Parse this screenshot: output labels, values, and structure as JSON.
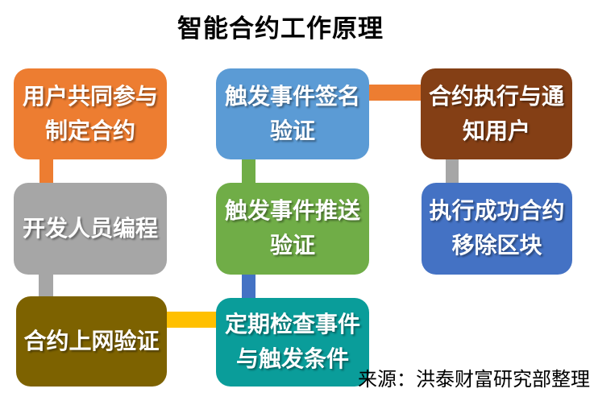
{
  "title": "智能合约工作原理",
  "source_note": "来源：洪泰财富研究部整理",
  "diagram": {
    "nodes": {
      "users_define": {
        "label": "用户共同参与\n制定合约",
        "color": "#ED7D31"
      },
      "trigger_signature": {
        "label": "触发事件签名\n验证",
        "color": "#5B9BD5"
      },
      "execute_notify": {
        "label": "合约执行与通\n知用户",
        "color": "#843F15"
      },
      "developer_program": {
        "label": "开发人员编程",
        "color": "#A6A6A6"
      },
      "trigger_push": {
        "label": "触发事件推送\n验证",
        "color": "#70AD47"
      },
      "remove_block": {
        "label": "执行成功合约\n移除区块",
        "color": "#4472C4"
      },
      "contract_online": {
        "label": "合约上网验证",
        "color": "#7D6200"
      },
      "periodic_check": {
        "label": "定期检查事件\n与触发条件",
        "color": "#0A9D9A"
      }
    },
    "connectors": {
      "users_to_developer": {
        "color": "#ED7D31"
      },
      "developer_to_online": {
        "color": "#A6A6A6"
      },
      "online_to_periodic": {
        "color": "#FFC000"
      },
      "periodic_to_push": {
        "color": "#4472C4"
      },
      "push_to_signature": {
        "color": "#70AD47"
      },
      "signature_to_execute": {
        "color": "#ED7D31"
      },
      "execute_to_remove": {
        "color": "#A6A6A6"
      }
    }
  }
}
